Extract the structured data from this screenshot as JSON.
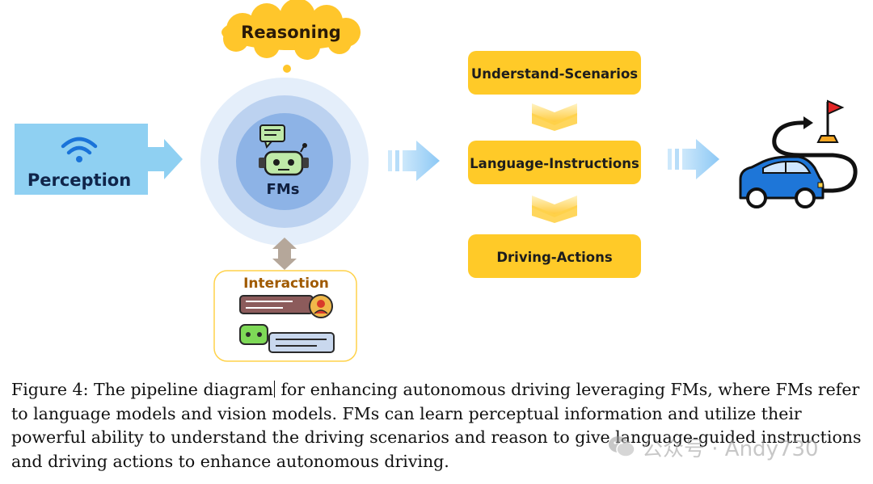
{
  "diagram": {
    "perception": {
      "label": "Perception",
      "icon": "wifi-icon",
      "color": "#8fd0f2"
    },
    "fms": {
      "label": "FMs",
      "icon": "robot-chat-icon"
    },
    "reasoning": {
      "label": "Reasoning",
      "color": "#ffc62b"
    },
    "interaction": {
      "label": "Interaction",
      "icon": "chat-interaction-icon"
    },
    "stages": [
      {
        "label": "Understand-Scenarios"
      },
      {
        "label": "Language-Instructions"
      },
      {
        "label": "Driving-Actions"
      }
    ],
    "output": {
      "icon": "car-route-flag-icon"
    },
    "colors": {
      "stage_fill": "#ffca28",
      "arrow_blue": "#9fd3f8",
      "bidir_arrow": "#b5a79a"
    }
  },
  "caption": {
    "line1_pre": "Figure 4: The pipeline diagram",
    "line1_post": " for enhancing autonomous driving leveraging FMs, where FMs refer",
    "line2": "to language models and vision models.  FMs can learn perceptual information and utilize their",
    "line3": "powerful ability to understand the driving scenarios and reason to give language-guided instructions",
    "line4": "and driving actions to enhance autonomous driving."
  },
  "watermark": {
    "text": "公众号 · Andy730",
    "icon": "wechat-icon"
  }
}
